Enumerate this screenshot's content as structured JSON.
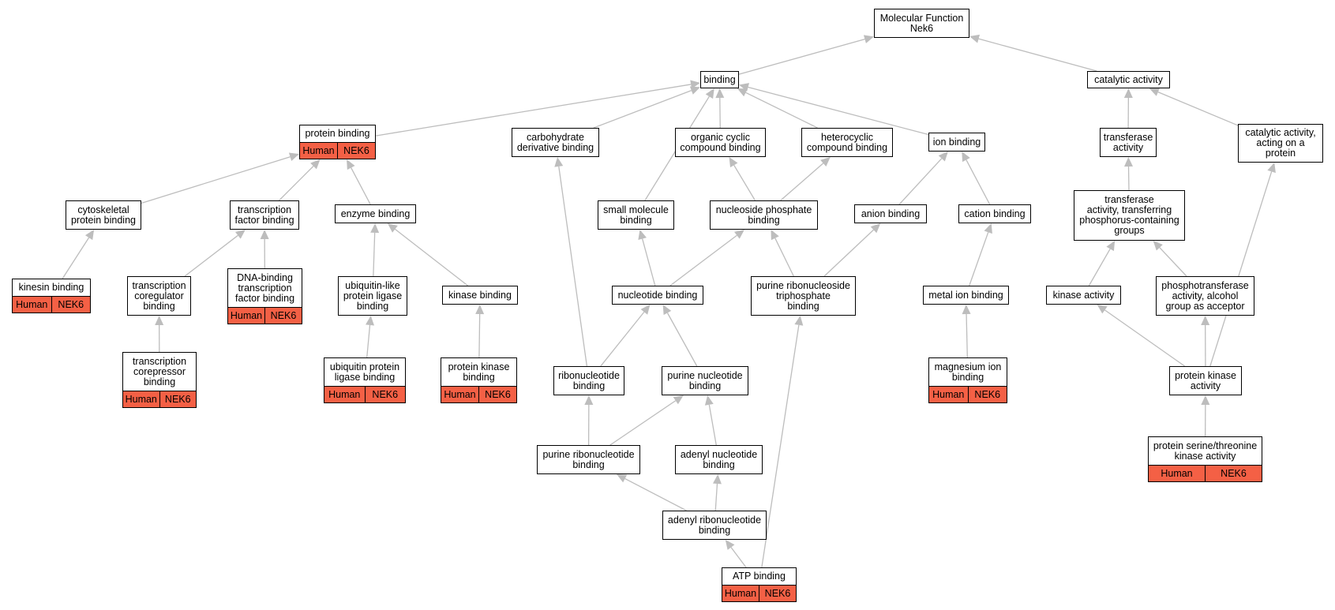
{
  "colors": {
    "edge": "#bdbdbd",
    "annotation_fill": "#f46045",
    "node_border": "#000000"
  },
  "nodes": {
    "mf": {
      "label": "Molecular Function\nNek6"
    },
    "binding": {
      "label": "binding"
    },
    "catalytic": {
      "label": "catalytic activity"
    },
    "protein_binding": {
      "label": "protein binding",
      "tags": [
        "Human",
        "NEK6"
      ]
    },
    "carbo": {
      "label": "carbohydrate\nderivative binding"
    },
    "organic": {
      "label": "organic cyclic\ncompound binding"
    },
    "hetero": {
      "label": "heterocyclic\ncompound binding"
    },
    "ion": {
      "label": "ion binding"
    },
    "transferase": {
      "label": "transferase\nactivity"
    },
    "cat_protein": {
      "label": "catalytic activity,\nacting on a\nprotein"
    },
    "cytoskeletal": {
      "label": "cytoskeletal\nprotein binding"
    },
    "tf_binding": {
      "label": "transcription\nfactor binding"
    },
    "enzyme": {
      "label": "enzyme binding"
    },
    "small_mol": {
      "label": "small molecule\nbinding"
    },
    "nuc_phos": {
      "label": "nucleoside phosphate\nbinding"
    },
    "anion": {
      "label": "anion binding"
    },
    "cation": {
      "label": "cation binding"
    },
    "transf_phos": {
      "label": "transferase\nactivity, transferring\nphosphorus-containing\ngroups"
    },
    "kinesin": {
      "label": "kinesin binding",
      "tags": [
        "Human",
        "NEK6"
      ]
    },
    "coreg": {
      "label": "transcription\ncoregulator\nbinding"
    },
    "dna_tf": {
      "label": "DNA-binding\ntranscription\nfactor binding",
      "tags": [
        "Human",
        "NEK6"
      ]
    },
    "ubl_ligase": {
      "label": "ubiquitin-like\nprotein ligase\nbinding"
    },
    "kinase_binding": {
      "label": "kinase binding"
    },
    "nucleotide": {
      "label": "nucleotide binding"
    },
    "pur_rnuc_tri": {
      "label": "purine ribonucleoside\ntriphosphate\nbinding"
    },
    "metal_ion": {
      "label": "metal ion binding"
    },
    "kinase_act": {
      "label": "kinase activity"
    },
    "phosphotrans": {
      "label": "phosphotransferase\nactivity, alcohol\ngroup as acceptor"
    },
    "corepressor": {
      "label": "transcription\ncorepressor\nbinding",
      "tags": [
        "Human",
        "NEK6"
      ]
    },
    "ub_ligase": {
      "label": "ubiquitin protein\nligase binding",
      "tags": [
        "Human",
        "NEK6"
      ]
    },
    "prot_kinase_binding": {
      "label": "protein kinase\nbinding",
      "tags": [
        "Human",
        "NEK6"
      ]
    },
    "ribonuc": {
      "label": "ribonucleotide\nbinding"
    },
    "purine_nuc": {
      "label": "purine nucleotide\nbinding"
    },
    "magnesium": {
      "label": "magnesium ion\nbinding",
      "tags": [
        "Human",
        "NEK6"
      ]
    },
    "pk_activity": {
      "label": "protein kinase\nactivity"
    },
    "pur_ribonuc": {
      "label": "purine ribonucleotide\nbinding"
    },
    "adenyl_nuc": {
      "label": "adenyl nucleotide\nbinding"
    },
    "ser_thr": {
      "label": "protein serine/threonine\nkinase activity",
      "tags": [
        "Human",
        "NEK6"
      ]
    },
    "adenyl_ribo": {
      "label": "adenyl ribonucleotide\nbinding"
    },
    "atp": {
      "label": "ATP binding",
      "tags": [
        "Human",
        "NEK6"
      ]
    }
  },
  "edges": [
    [
      "binding",
      "mf"
    ],
    [
      "catalytic",
      "mf"
    ],
    [
      "protein_binding",
      "binding"
    ],
    [
      "carbo",
      "binding"
    ],
    [
      "organic",
      "binding"
    ],
    [
      "hetero",
      "binding"
    ],
    [
      "ion",
      "binding"
    ],
    [
      "small_mol",
      "binding"
    ],
    [
      "transferase",
      "catalytic"
    ],
    [
      "cat_protein",
      "catalytic"
    ],
    [
      "cytoskeletal",
      "protein_binding"
    ],
    [
      "tf_binding",
      "protein_binding"
    ],
    [
      "enzyme",
      "protein_binding"
    ],
    [
      "kinesin",
      "cytoskeletal"
    ],
    [
      "coreg",
      "tf_binding"
    ],
    [
      "dna_tf",
      "tf_binding"
    ],
    [
      "corepressor",
      "coreg"
    ],
    [
      "ubl_ligase",
      "enzyme"
    ],
    [
      "kinase_binding",
      "enzyme"
    ],
    [
      "ub_ligase",
      "ubl_ligase"
    ],
    [
      "prot_kinase_binding",
      "kinase_binding"
    ],
    [
      "nuc_phos",
      "organic"
    ],
    [
      "nuc_phos",
      "hetero"
    ],
    [
      "nucleotide",
      "small_mol"
    ],
    [
      "nucleotide",
      "nuc_phos"
    ],
    [
      "pur_rnuc_tri",
      "nuc_phos"
    ],
    [
      "pur_rnuc_tri",
      "anion"
    ],
    [
      "anion",
      "ion"
    ],
    [
      "cation",
      "ion"
    ],
    [
      "metal_ion",
      "cation"
    ],
    [
      "magnesium",
      "metal_ion"
    ],
    [
      "ribonuc",
      "carbo"
    ],
    [
      "ribonuc",
      "nucleotide"
    ],
    [
      "purine_nuc",
      "nucleotide"
    ],
    [
      "pur_ribonuc",
      "ribonuc"
    ],
    [
      "pur_ribonuc",
      "purine_nuc"
    ],
    [
      "adenyl_nuc",
      "purine_nuc"
    ],
    [
      "adenyl_ribo",
      "pur_ribonuc"
    ],
    [
      "adenyl_ribo",
      "adenyl_nuc"
    ],
    [
      "atp",
      "adenyl_ribo"
    ],
    [
      "atp",
      "pur_rnuc_tri"
    ],
    [
      "transf_phos",
      "transferase"
    ],
    [
      "kinase_act",
      "transf_phos"
    ],
    [
      "phosphotrans",
      "transf_phos"
    ],
    [
      "pk_activity",
      "kinase_act"
    ],
    [
      "pk_activity",
      "phosphotrans"
    ],
    [
      "pk_activity",
      "cat_protein"
    ],
    [
      "ser_thr",
      "pk_activity"
    ]
  ]
}
